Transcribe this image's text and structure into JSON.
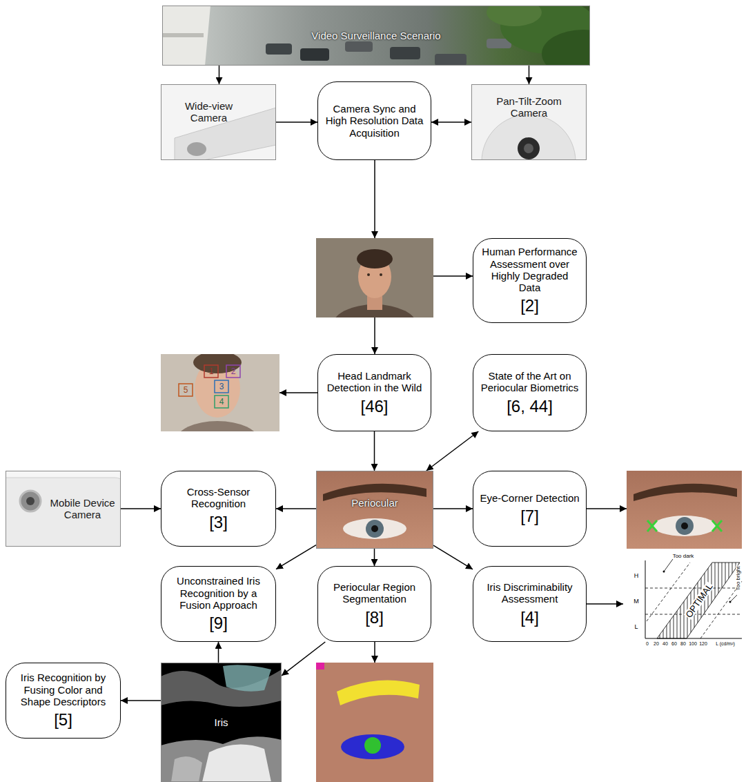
{
  "diagram": {
    "nodes": [
      {
        "text": [
          "Video Surveillance Scenario"
        ]
      },
      {
        "text": [
          "Wide-view Camera"
        ]
      },
      {
        "text": [
          "Camera Sync and High Resolution Data Acquisition"
        ]
      },
      {
        "text": [
          "Pan-Tilt-Zoom Camera"
        ]
      },
      {
        "text": [
          "Human Performance Assessment over Highly Degraded Data",
          "[2]"
        ]
      },
      {
        "text": [
          "Head Landmark Detection in the Wild",
          "[46]"
        ]
      },
      {
        "text": [
          "State of the Art on Periocular Biometrics",
          "[6, 44]"
        ]
      },
      {
        "text": [
          "Mobile Device Camera"
        ]
      },
      {
        "text": [
          "Cross-Sensor Recognition",
          "[3]"
        ]
      },
      {
        "text": [
          "Periocular"
        ]
      },
      {
        "text": [
          "Eye-Corner Detection",
          "[7]"
        ]
      },
      {
        "text": [
          "Unconstrained Iris Recognition by a Fusion Approach",
          "[9]"
        ]
      },
      {
        "text": [
          "Periocular Region Segmentation",
          "[8]"
        ]
      },
      {
        "text": [
          "Iris Discriminability Assessment",
          "[4]"
        ]
      },
      {
        "text": [
          "Iris Recognition by Fusing Color and Shape Descriptors",
          "[5]"
        ]
      },
      {
        "text": [
          "Iris"
        ]
      }
    ],
    "edges": [
      {
        "from": 0,
        "to": 1,
        "arrow": "to"
      },
      {
        "from": 0,
        "to": 3,
        "arrow": "to"
      },
      {
        "from": 1,
        "to": 2,
        "arrow": "to"
      },
      {
        "from": 2,
        "to": 3,
        "arrow": "both"
      },
      {
        "from": 5,
        "to": 9,
        "arrow": "to"
      },
      {
        "from": 9,
        "to": 6,
        "arrow": "both"
      },
      {
        "from": 9,
        "to": 8,
        "arrow": "to"
      },
      {
        "from": 7,
        "to": 8,
        "arrow": "to"
      },
      {
        "from": 9,
        "to": 10,
        "arrow": "to"
      },
      {
        "from": 9,
        "to": 11,
        "arrow": "to"
      },
      {
        "from": 9,
        "to": 12,
        "arrow": "to"
      },
      {
        "from": 9,
        "to": 13,
        "arrow": "to"
      },
      {
        "from": 12,
        "to": 15,
        "arrow": "to"
      },
      {
        "from": 15,
        "to": 11,
        "arrow": "to"
      },
      {
        "from": 15,
        "to": 14,
        "arrow": "to"
      }
    ],
    "labels": [
      "5",
      "1",
      "2",
      "3",
      "4",
      "Too dark",
      "H",
      "M",
      "L",
      "OPTIMAL",
      "Too bright",
      "0",
      "20",
      "40",
      "60",
      "80",
      "100",
      "120",
      "L (cd/m²)"
    ]
  }
}
